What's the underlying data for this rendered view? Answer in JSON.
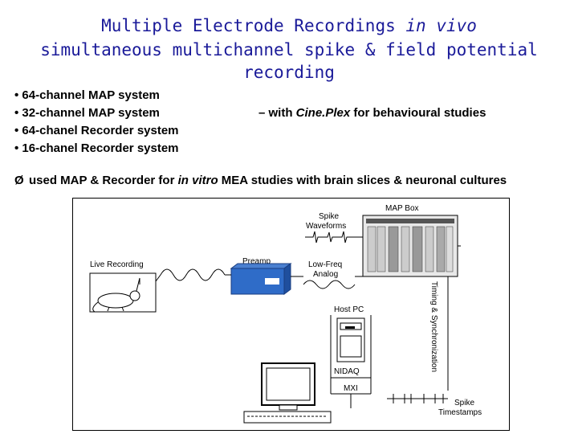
{
  "title": {
    "line1_main": "Multiple Electrode Recordings",
    "line1_italic": "in vivo",
    "line2": "simultaneous multichannel spike & field potential recording"
  },
  "bullets": [
    "• 64-channel MAP system",
    "• 32-channel MAP system",
    "• 64-chanel Recorder system",
    "• 16-chanel Recorder system"
  ],
  "aside": {
    "prefix": "– with ",
    "italic": "Cine.Plex",
    "suffix": " for behavioural studies"
  },
  "used_line": {
    "marker": "Ø",
    "prefix": "used MAP & Recorder for ",
    "italic": "in vitro",
    "suffix": " MEA studies with brain slices & neuronal cultures"
  },
  "diagram": {
    "map_box": "MAP Box",
    "spike_waveforms": [
      "Spike",
      "Waveforms"
    ],
    "live_recording": "Live Recording",
    "preamp": "Preamp",
    "low_freq": [
      "Low-Freq",
      "Analog"
    ],
    "timing_sync": "Timing & Synchronization",
    "host_pc": "Host PC",
    "nidaq": "NIDAQ",
    "mxi": "MXI",
    "spike_timestamps": [
      "Spike",
      "Timestamps"
    ]
  }
}
